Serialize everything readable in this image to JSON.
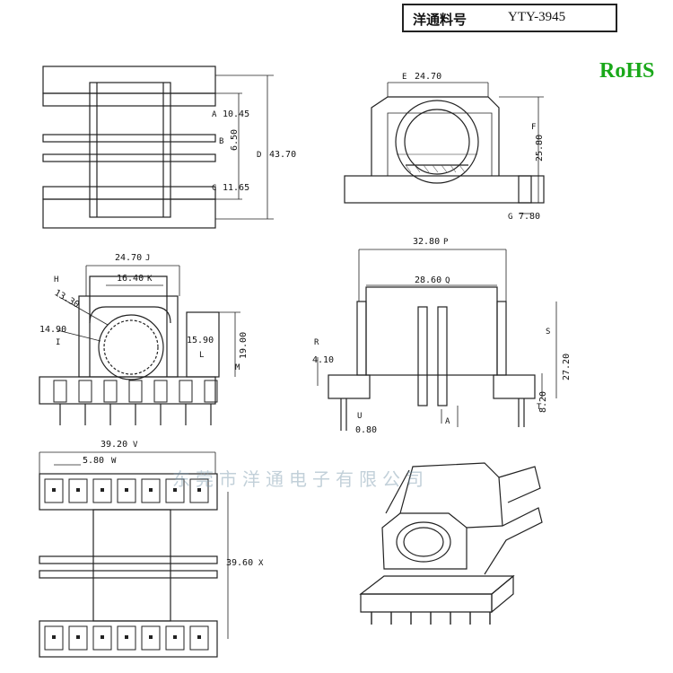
{
  "title": {
    "label": "洋通料号",
    "model": "YTY-3945"
  },
  "rohs": "RoHS",
  "watermark": "东莞市洋通电子有限公司",
  "dimensions": {
    "a": "10.45",
    "b": "6.50",
    "c": "11.65",
    "d": "43.70",
    "top_width": "24.70",
    "f": "25.80",
    "g": "7.80",
    "j": "24.70",
    "k": "16.40",
    "h": "13.30",
    "i": "14.90",
    "l": "15.90",
    "m": "19.00",
    "p": "32.80",
    "q": "28.60",
    "r": "4.10",
    "s": "27.20",
    "t": "8.20",
    "u": "0.80",
    "section_a": "A",
    "v": "39.20",
    "w": "5.80",
    "x": "39.60"
  },
  "markers": {
    "a": "A",
    "b": "B",
    "c": "C",
    "d": "D",
    "e": "E",
    "f": "F",
    "g": "G",
    "h": "H",
    "i": "I",
    "j": "J",
    "k": "K",
    "l": "L",
    "m": "M",
    "p": "P",
    "q": "Q",
    "r": "R",
    "s": "S",
    "t": "T",
    "u": "U",
    "v": "V",
    "w": "W",
    "x": "X"
  }
}
